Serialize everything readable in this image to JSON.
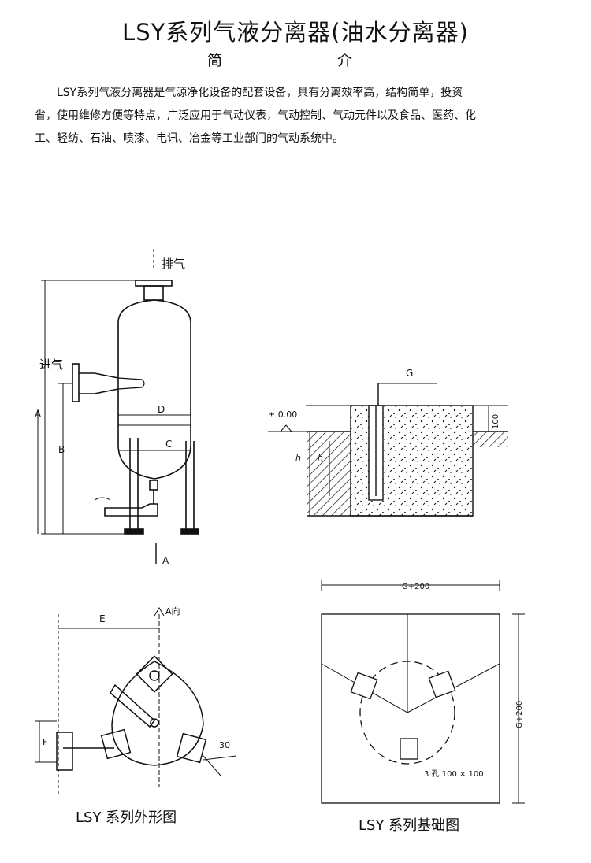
{
  "doc": {
    "title": "LSY系列气液分离器(油水分离器)",
    "subtitle": "简 介",
    "intro": [
      "LSY系列气液分离器是气源净化设备的配套设备，具有分离效率高，结构简单，投资",
      "省，使用维修方便等特点，广泛应用于气动仪表，气动控制、气动元件以及食品、医药、化",
      "工、轻纺、石油、喷漆、电讯、冶金等工业部门的气动系统中。"
    ]
  },
  "fig_elevation": {
    "exhaust": "排气",
    "inlet": "进气",
    "dim_a": "A",
    "dim_b": "B",
    "dim_c": "C",
    "dim_d": "D",
    "view_a": "A"
  },
  "fig_foundation_section": {
    "g": "G",
    "level": "± 0.00",
    "h1": "h",
    "h2": "h",
    "depth": "100"
  },
  "fig_plan": {
    "e": "E",
    "a_dir": "A向",
    "f": "F",
    "angle": "30"
  },
  "fig_base": {
    "width": "G+200",
    "height": "G+200",
    "holes": "3 孔 100 × 100"
  },
  "captions": {
    "outline": "LSY 系列外形图",
    "base": "LSY 系列基础图"
  }
}
